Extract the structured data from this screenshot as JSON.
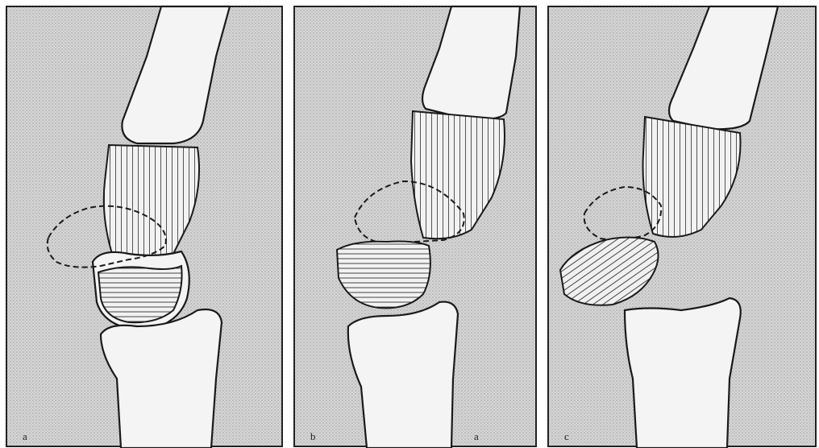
{
  "panels": [
    {
      "label": "a"
    },
    {
      "label": "b"
    },
    {
      "label": "c"
    }
  ],
  "extra_labels": [
    {
      "label": "a"
    }
  ]
}
